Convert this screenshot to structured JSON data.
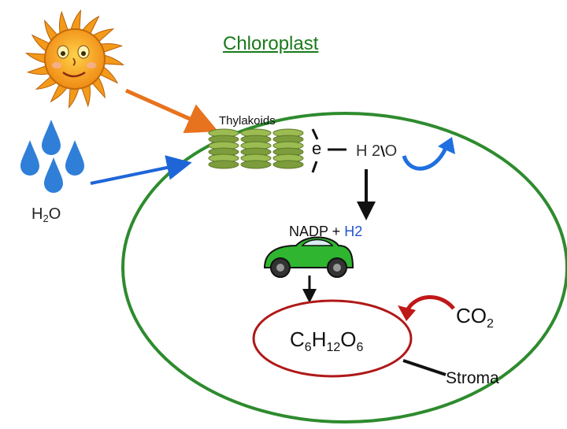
{
  "title": "Chloroplast",
  "labels": {
    "thylakoids": "Thylakoids",
    "electron": "e",
    "water_mid": "H 2 O",
    "water_left_main": "H",
    "water_left_sub": "2",
    "water_left_end": "O",
    "nadp_prefix": "NADP + ",
    "nadp_h2": "H2",
    "glucose": {
      "c": "C",
      "c_sub": "6",
      "h": "H",
      "h_sub": "12",
      "o": "O",
      "o_sub": "6"
    },
    "co2": {
      "main": "CO",
      "sub": "2"
    },
    "stroma": "Stroma"
  },
  "icons": [
    "sun-icon",
    "water-drops-icon",
    "thylakoid-stack-icon",
    "car-icon"
  ],
  "colors": {
    "chloroplast_outline": "#2e8b2e",
    "title": "#1a7a1a",
    "light_arrow": "#e8731e",
    "water_arrow": "#1e66d8",
    "water_drop": "#2f7fd9",
    "oxygen_arrow": "#1f6fe0",
    "stroma_ellipse": "#b01818",
    "co2_arrow": "#c01818",
    "thylakoid": "#8fb04a",
    "car_body": "#2fb52f",
    "sun": "#f39a1a"
  }
}
